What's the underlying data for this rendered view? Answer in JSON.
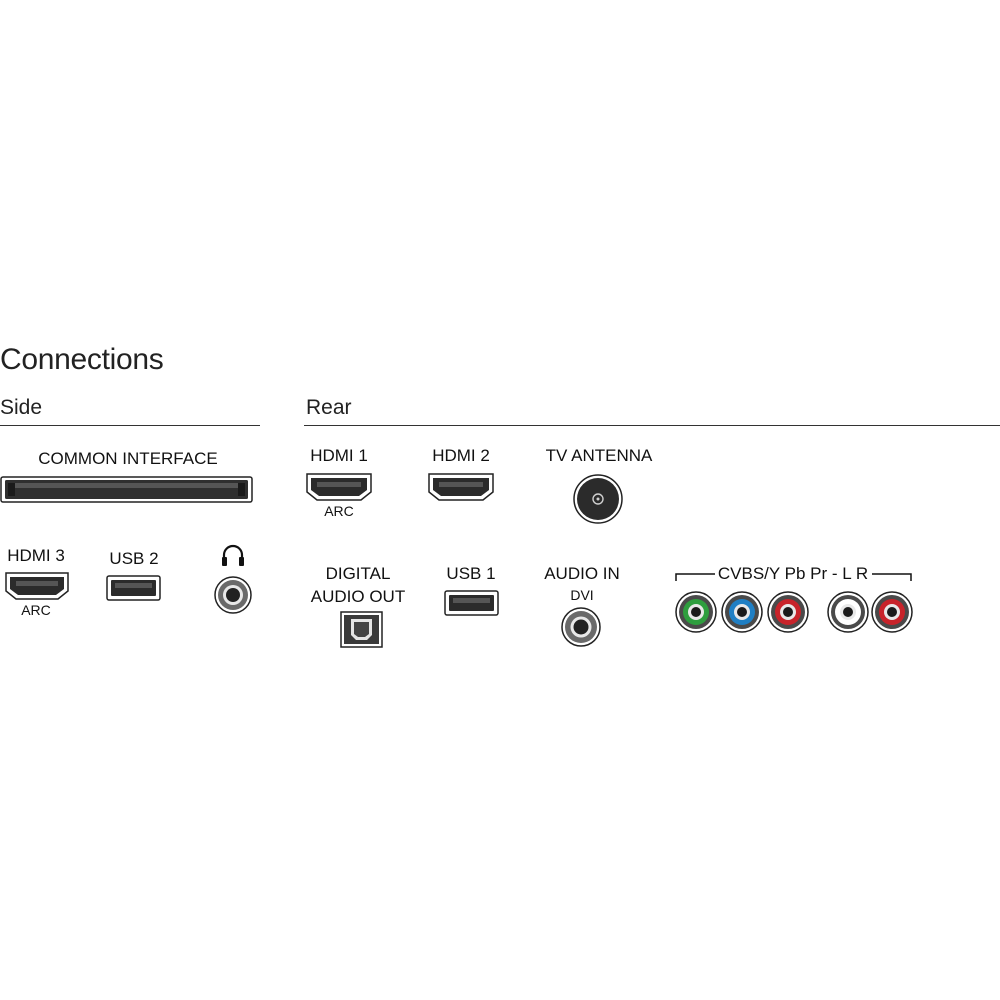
{
  "title": "Connections",
  "sections": {
    "side": "Side",
    "rear": "Rear"
  },
  "side": {
    "common_interface": "COMMON INTERFACE",
    "hdmi3": "HDMI 3",
    "hdmi3_sub": "ARC",
    "usb2": "USB 2",
    "headphone_icon": "headphones-icon"
  },
  "rear": {
    "hdmi1": "HDMI 1",
    "hdmi1_sub": "ARC",
    "hdmi2": "HDMI 2",
    "tv_antenna": "TV ANTENNA",
    "digital_audio_out_line1": "DIGITAL",
    "digital_audio_out_line2": "AUDIO OUT",
    "usb1": "USB 1",
    "audio_in": "AUDIO IN",
    "audio_in_sub": "DVI",
    "av_group": "CVBS/Y Pb Pr - L R"
  },
  "colors": {
    "rca_green": "#2e9e3e",
    "rca_blue": "#1f7fc4",
    "rca_red": "#c8232a",
    "rca_white": "#ffffff",
    "port_dark": "#2a2a2a"
  }
}
